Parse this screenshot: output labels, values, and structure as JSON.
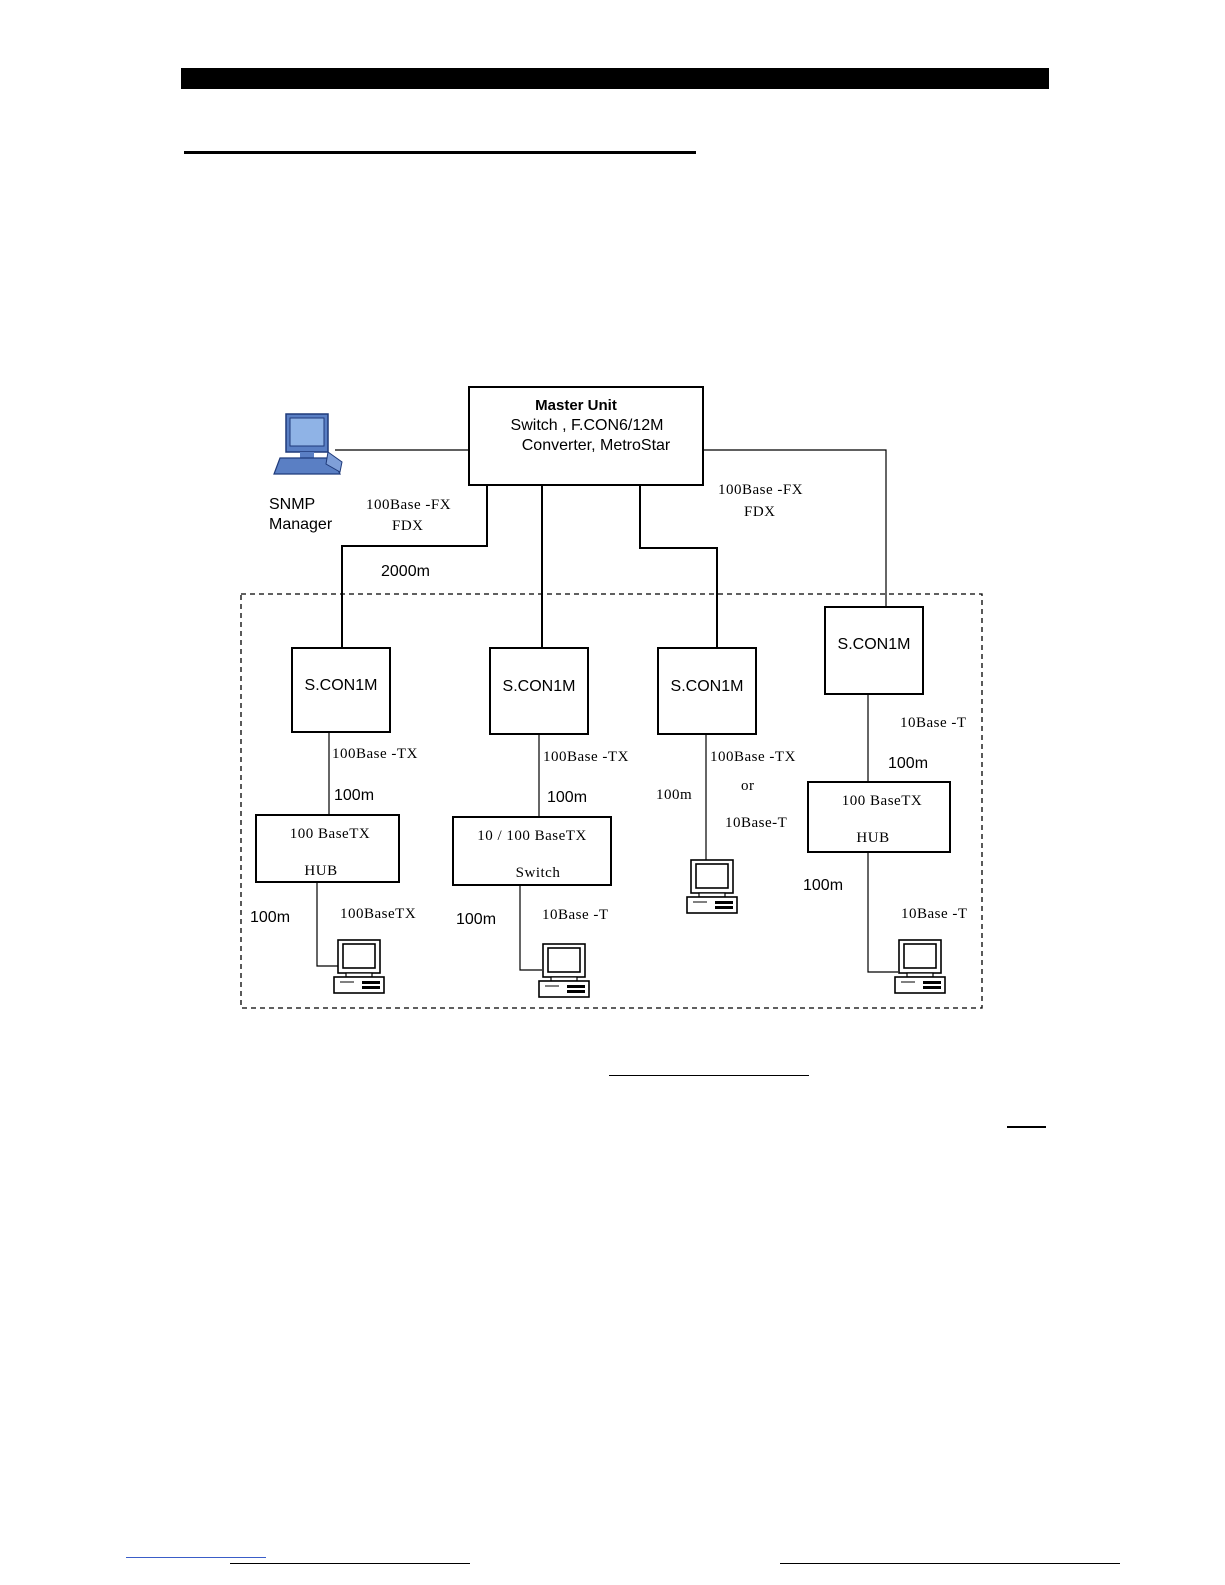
{
  "master": {
    "title": "Master Unit",
    "line1": "Switch , F.CON6/12M",
    "line2": "Converter, MetroStar"
  },
  "snmp": {
    "line1": "SNMP",
    "line2": "Manager"
  },
  "uplink_left": {
    "line1": "100Base -FX",
    "line2": "FDX"
  },
  "uplink_right": {
    "line1": "100Base -FX",
    "line2": "FDX"
  },
  "uplink_distance": "2000m",
  "nodes": [
    {
      "device": "S.CON1M",
      "link_type": "100Base -TX",
      "link_distance": "100m",
      "hub_line1": "100 BaseTX",
      "hub_line2": "HUB",
      "pc_distance": "100m",
      "pc_link_type": "100BaseTX"
    },
    {
      "device": "S.CON1M",
      "link_type": "100Base -TX",
      "link_distance": "100m",
      "hub_line1": "10 / 100  BaseTX",
      "hub_line2": "Switch",
      "pc_distance": "100m",
      "pc_link_type": "10Base -T"
    },
    {
      "device": "S.CON1M",
      "link_type": "100Base -TX",
      "link_or": "or",
      "link_type_alt": "10Base-T",
      "link_distance": "100m"
    },
    {
      "device": "S.CON1M",
      "link_type": "10Base -T",
      "link_distance": "100m",
      "hub_line1": "100 BaseTX",
      "hub_line2": "HUB",
      "pc_distance": "100m",
      "pc_link_type": "10Base -T"
    }
  ],
  "icons": {
    "snmp_pc": "workstation-icon",
    "client_pc": "desktop-computer-icon"
  },
  "colors": {
    "ink": "#000000",
    "footer_link": "#3a5dc8",
    "monitor_screen": "#8fb3e6",
    "monitor_body": "#5a7fc4"
  }
}
